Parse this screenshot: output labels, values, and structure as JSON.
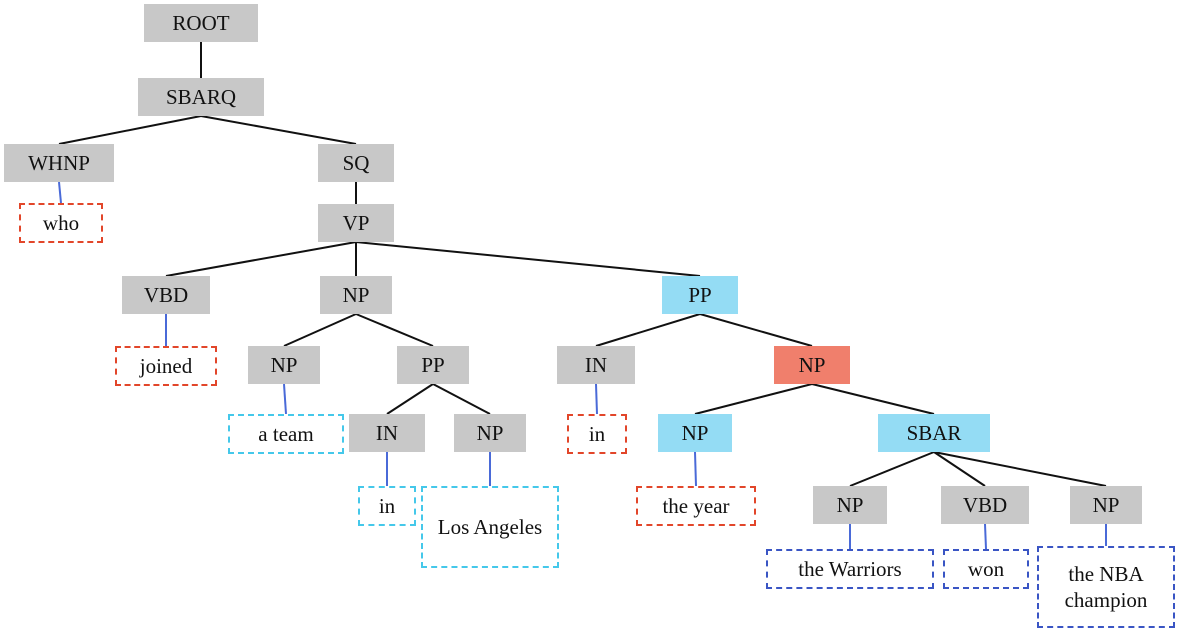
{
  "colors": {
    "gray": "#c8c8c8",
    "blue": "#94dcf4",
    "salmon": "#f07f6c",
    "edge_black": "#111111",
    "edge_blue": "#4a6ad8",
    "border_red": "#e2462a",
    "border_lightblue": "#45c8ea",
    "border_darkblue": "#3a55c4"
  },
  "nodes": [
    {
      "id": "root",
      "label": "ROOT",
      "type": "nonterminal",
      "fill": "gray"
    },
    {
      "id": "sbarq",
      "label": "SBARQ",
      "type": "nonterminal",
      "fill": "gray"
    },
    {
      "id": "whnp",
      "label": "WHNP",
      "type": "nonterminal",
      "fill": "gray"
    },
    {
      "id": "sq",
      "label": "SQ",
      "type": "nonterminal",
      "fill": "gray"
    },
    {
      "id": "who",
      "label": "who",
      "type": "leaf",
      "border": "red"
    },
    {
      "id": "vp",
      "label": "VP",
      "type": "nonterminal",
      "fill": "gray"
    },
    {
      "id": "vbd1",
      "label": "VBD",
      "type": "nonterminal",
      "fill": "gray"
    },
    {
      "id": "np1",
      "label": "NP",
      "type": "nonterminal",
      "fill": "gray"
    },
    {
      "id": "pp1",
      "label": "PP",
      "type": "nonterminal",
      "fill": "blue"
    },
    {
      "id": "joined",
      "label": "joined",
      "type": "leaf",
      "border": "red"
    },
    {
      "id": "np2",
      "label": "NP",
      "type": "nonterminal",
      "fill": "gray"
    },
    {
      "id": "pp2",
      "label": "PP",
      "type": "nonterminal",
      "fill": "gray"
    },
    {
      "id": "in1",
      "label": "IN",
      "type": "nonterminal",
      "fill": "gray"
    },
    {
      "id": "np3",
      "label": "NP",
      "type": "nonterminal",
      "fill": "salmon"
    },
    {
      "id": "ateam",
      "label": "a team",
      "type": "leaf",
      "border": "lightblue"
    },
    {
      "id": "in2",
      "label": "IN",
      "type": "nonterminal",
      "fill": "gray"
    },
    {
      "id": "np4",
      "label": "NP",
      "type": "nonterminal",
      "fill": "gray"
    },
    {
      "id": "inw1",
      "label": "in",
      "type": "leaf",
      "border": "red"
    },
    {
      "id": "np5",
      "label": "NP",
      "type": "nonterminal",
      "fill": "blue"
    },
    {
      "id": "sbar",
      "label": "SBAR",
      "type": "nonterminal",
      "fill": "blue"
    },
    {
      "id": "inw2",
      "label": "in",
      "type": "leaf",
      "border": "lightblue"
    },
    {
      "id": "la",
      "label": "Los Angeles",
      "type": "leaf",
      "border": "lightblue"
    },
    {
      "id": "theyear",
      "label": "the year",
      "type": "leaf",
      "border": "red"
    },
    {
      "id": "np6",
      "label": "NP",
      "type": "nonterminal",
      "fill": "gray"
    },
    {
      "id": "vbd2",
      "label": "VBD",
      "type": "nonterminal",
      "fill": "gray"
    },
    {
      "id": "np7",
      "label": "NP",
      "type": "nonterminal",
      "fill": "gray"
    },
    {
      "id": "warriors",
      "label": "the Warriors",
      "type": "leaf",
      "border": "darkblue"
    },
    {
      "id": "won",
      "label": "won",
      "type": "leaf",
      "border": "darkblue"
    },
    {
      "id": "nba",
      "label": "the NBA champion",
      "type": "leaf",
      "border": "darkblue"
    }
  ],
  "edges": [
    [
      "root",
      "sbarq"
    ],
    [
      "sbarq",
      "whnp"
    ],
    [
      "sbarq",
      "sq"
    ],
    [
      "whnp",
      "who"
    ],
    [
      "sq",
      "vp"
    ],
    [
      "vp",
      "vbd1"
    ],
    [
      "vp",
      "np1"
    ],
    [
      "vp",
      "pp1"
    ],
    [
      "vbd1",
      "joined"
    ],
    [
      "np1",
      "np2"
    ],
    [
      "np1",
      "pp2"
    ],
    [
      "pp1",
      "in1"
    ],
    [
      "pp1",
      "np3"
    ],
    [
      "np2",
      "ateam"
    ],
    [
      "pp2",
      "in2"
    ],
    [
      "pp2",
      "np4"
    ],
    [
      "in1",
      "inw1"
    ],
    [
      "np3",
      "np5"
    ],
    [
      "np3",
      "sbar"
    ],
    [
      "in2",
      "inw2"
    ],
    [
      "np4",
      "la"
    ],
    [
      "np5",
      "theyear"
    ],
    [
      "sbar",
      "np6"
    ],
    [
      "sbar",
      "vbd2"
    ],
    [
      "sbar",
      "np7"
    ],
    [
      "np6",
      "warriors"
    ],
    [
      "vbd2",
      "won"
    ],
    [
      "np7",
      "nba"
    ]
  ]
}
